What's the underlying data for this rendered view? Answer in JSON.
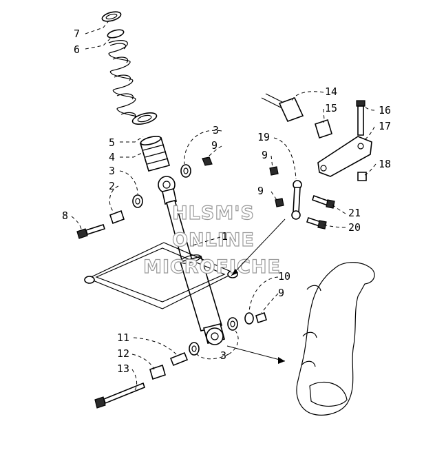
{
  "watermark": {
    "line1": "HLSM'S",
    "line2": "ONLINE",
    "line3": "MICROFICHE"
  },
  "callouts": {
    "c1": "1",
    "c2": "2",
    "c3a": "3",
    "c3b": "3",
    "c3c": "3",
    "c4": "4",
    "c5": "5",
    "c6": "6",
    "c7": "7",
    "c8": "8",
    "c9a": "9",
    "c9b": "9",
    "c9c": "9",
    "c9d": "9",
    "c10": "10",
    "c11": "11",
    "c12": "12",
    "c13": "13",
    "c14": "14",
    "c15": "15",
    "c16": "16",
    "c17": "17",
    "c18": "18",
    "c19": "19",
    "c20": "20",
    "c21": "21"
  }
}
